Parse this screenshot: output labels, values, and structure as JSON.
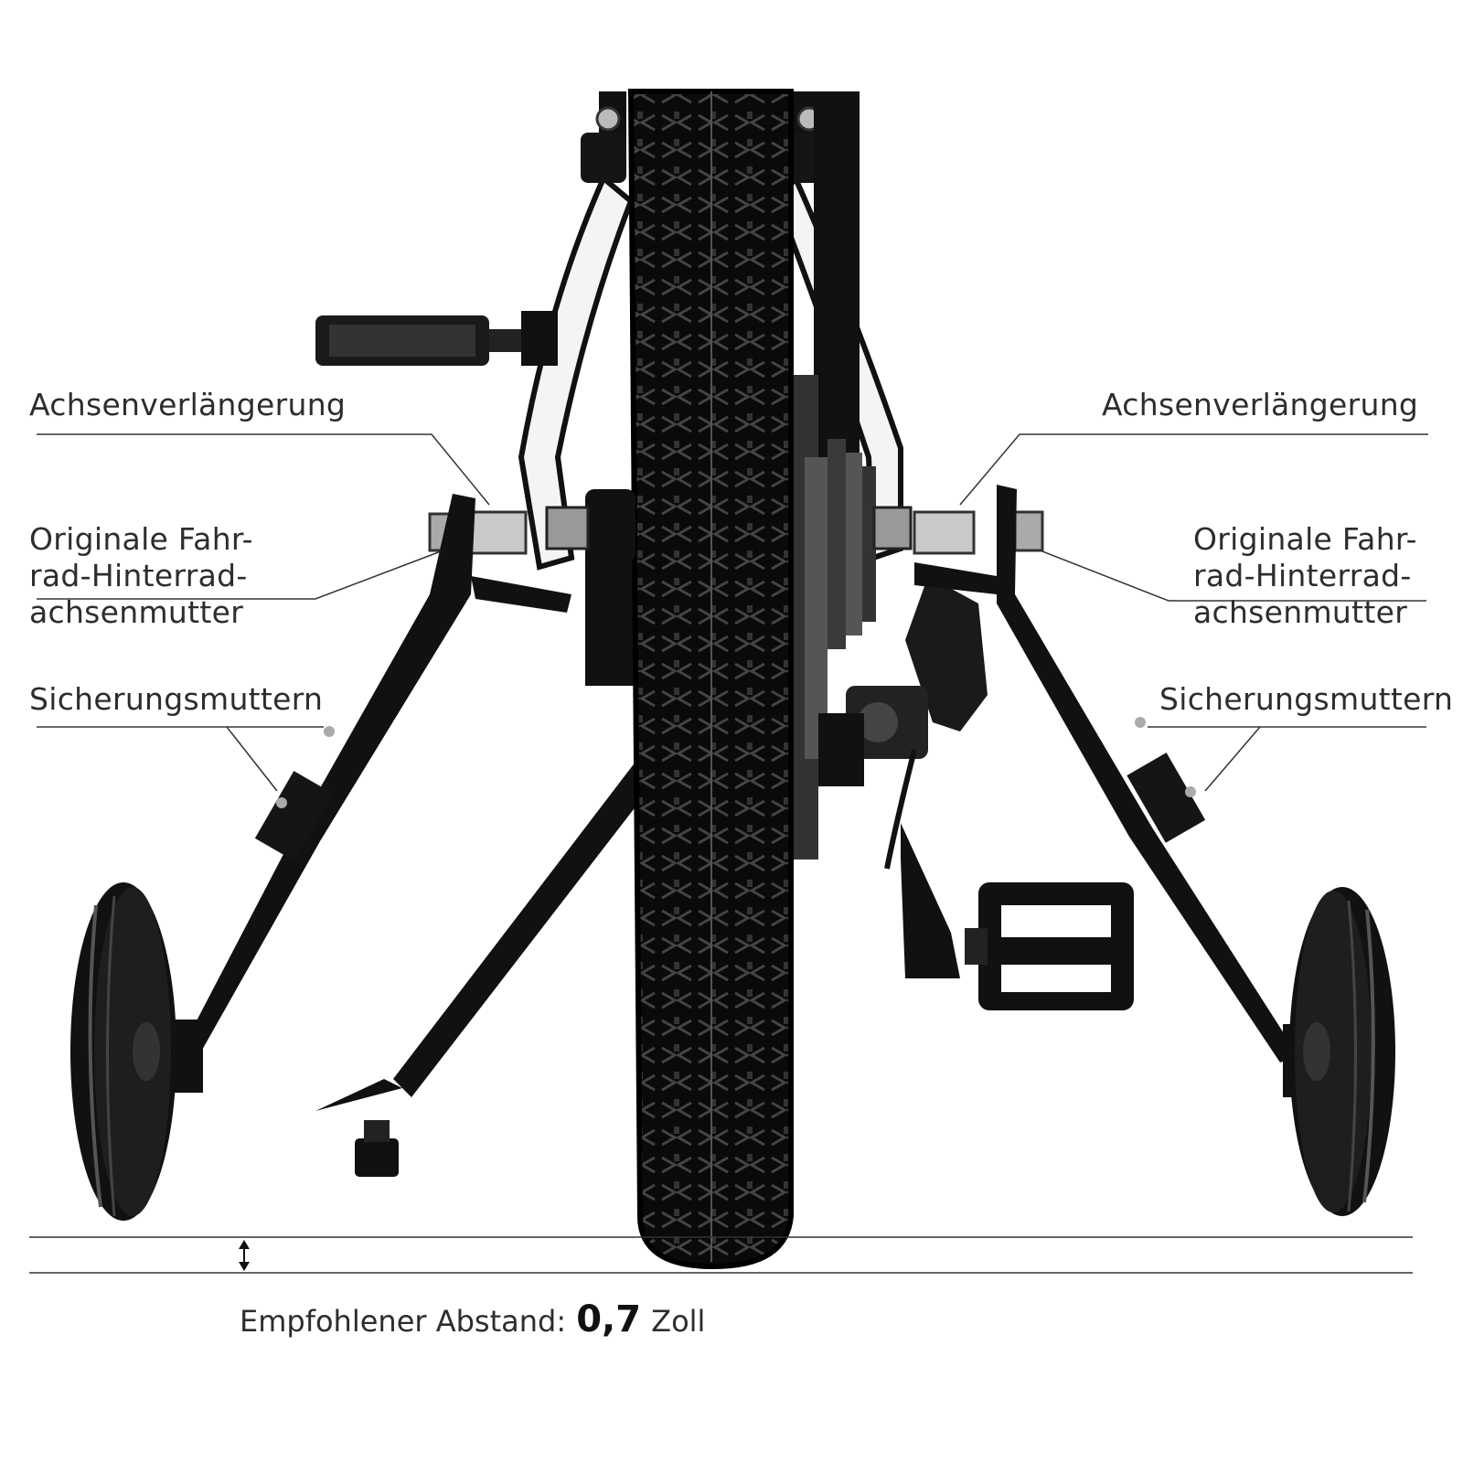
{
  "labels": {
    "left": {
      "axle_extension": "Achsenverlängerung",
      "axle_nut": [
        "Originale Fahr-",
        "rad-Hinterrad-",
        "achsenmutter"
      ],
      "lock_nuts": "Sicherungsmuttern"
    },
    "right": {
      "axle_extension": "Achsenverlängerung",
      "axle_nut": [
        "Originale Fahr-",
        "rad-Hinterrad-",
        "achsenmutter"
      ],
      "lock_nuts": "Sicherungsmuttern"
    }
  },
  "caption": {
    "prefix": "Empfohlener Abstand:",
    "value": "0,7",
    "unit": "Zoll"
  }
}
